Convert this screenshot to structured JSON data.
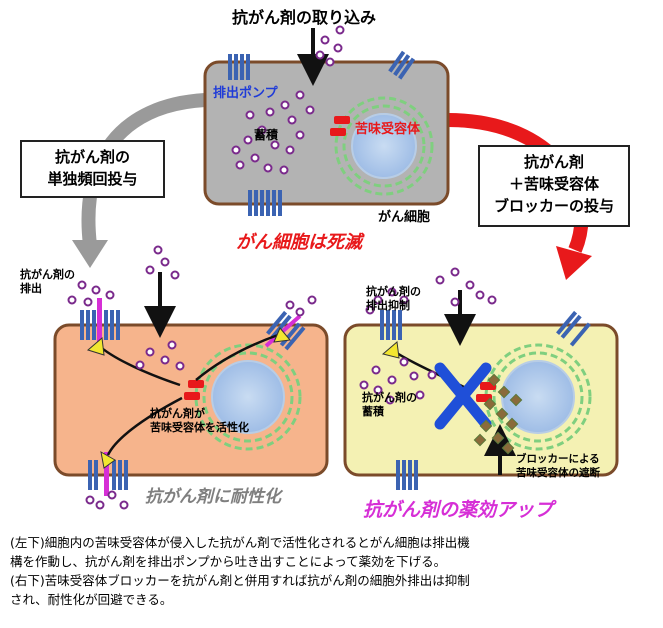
{
  "top_label": "抗がん剤の取り込み",
  "top_cell": {
    "pump_label": "排出ポンプ",
    "accumulation_label": "蓄積",
    "receptor_label": "苦味受容体",
    "cell_label": "がん細胞"
  },
  "left_box": {
    "line1": "抗がん剤の",
    "line2": "単独頻回投与"
  },
  "right_box": {
    "line1": "抗がん剤",
    "line2": "＋苦味受容体",
    "line3": "ブロッカーの投与"
  },
  "death_label": "がん細胞は死滅",
  "bottom_left": {
    "efflux_line1": "抗がん剤の",
    "efflux_line2": "排出",
    "activation_line1": "抗がん剤が",
    "activation_line2": "苦味受容体を活性化",
    "result": "抗がん剤に耐性化"
  },
  "bottom_right": {
    "suppress_line1": "抗がん剤の",
    "suppress_line2": "排出抑制",
    "accum_line1": "抗がん剤の",
    "accum_line2": "蓄積",
    "blocker_line1": "ブロッカーによる",
    "blocker_line2": "苦味受容体の遮断",
    "result": "抗がん剤の薬効アップ"
  },
  "caption": {
    "line1": "(左下)細胞内の苦味受容体が侵入した抗がん剤で活性化されるとがん細胞は排出機",
    "line2": "構を作動し、抗がん剤を排出ポンプから吐き出すことによって薬効を下げる。",
    "line3": "(右下)苦味受容体ブロッカーを抗がん剤と併用すれば抗がん剤の細胞外排出は抑制",
    "line4": "され、耐性化が回避できる。"
  },
  "colors": {
    "cell_top": "#b3b3b3",
    "cell_left": "#f6b48c",
    "cell_right": "#f4f1b3",
    "membrane": "#7b4b2a",
    "pump": "#3b63b2",
    "drug": "#7a2a8c",
    "receptor": "#e8191b",
    "blocker": "#8a6a3a",
    "nucleus": "#a9c4e8",
    "er": "#7fcf7f",
    "x_mark": "#1f4fd8"
  },
  "icons": [
    "pump-icon",
    "drug-particle-icon",
    "receptor-icon",
    "blocker-icon",
    "nucleus-icon",
    "er-icon",
    "arrow-icon",
    "x-mark-icon"
  ]
}
